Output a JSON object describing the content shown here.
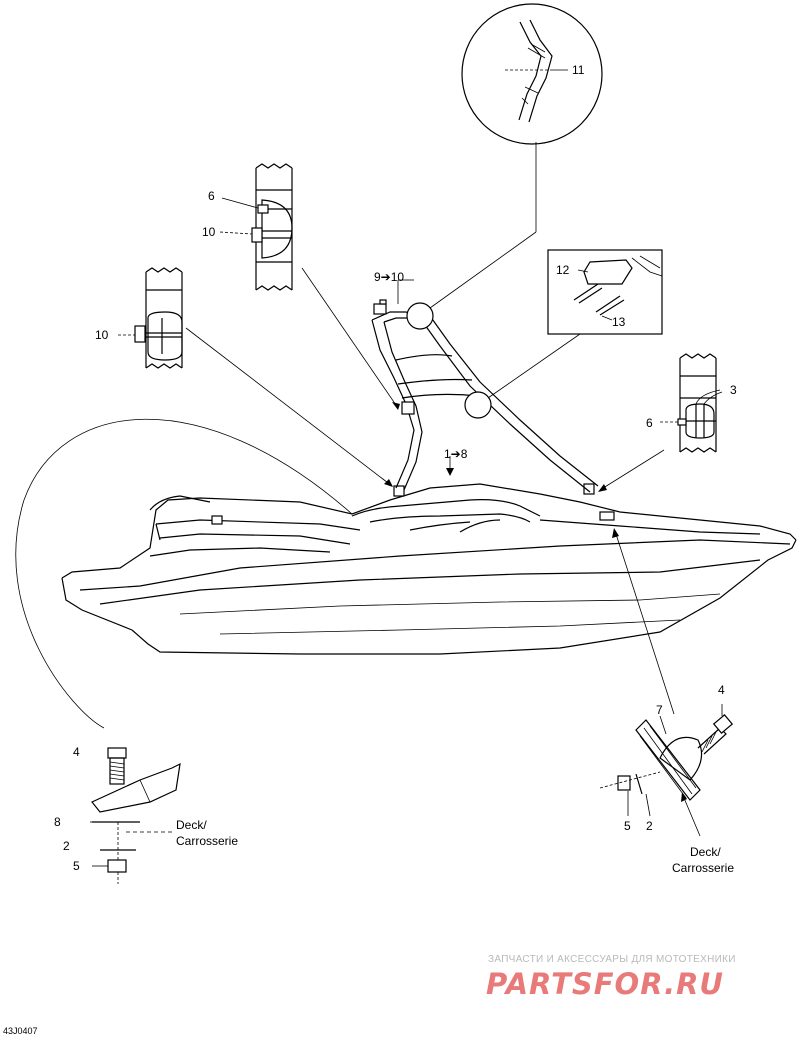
{
  "diagram": {
    "labels": {
      "l11": "11",
      "l9to10": "9➔10",
      "l6a": "6",
      "l10a": "10",
      "l10b": "10",
      "l12": "12",
      "l13": "13",
      "l3": "3",
      "l6b": "6",
      "l1to8": "1➔8",
      "l4a": "4",
      "l8": "8",
      "l2a": "2",
      "l5a": "5",
      "deck_a": "Deck/",
      "carrosserie_a": "Carrosserie",
      "l7": "7",
      "l4b": "4",
      "l5b": "5",
      "l2b": "2",
      "deck_b": "Deck/",
      "carrosserie_b": "Carrosserie"
    },
    "drawing_code": "43J0407"
  },
  "watermark": {
    "tagline": "ЗАПЧАСТИ И АКСЕССУАРЫ ДЛЯ МОТОТЕХНИКИ",
    "brand": "PARTSFOR.RU",
    "color": "#e87a7a"
  }
}
